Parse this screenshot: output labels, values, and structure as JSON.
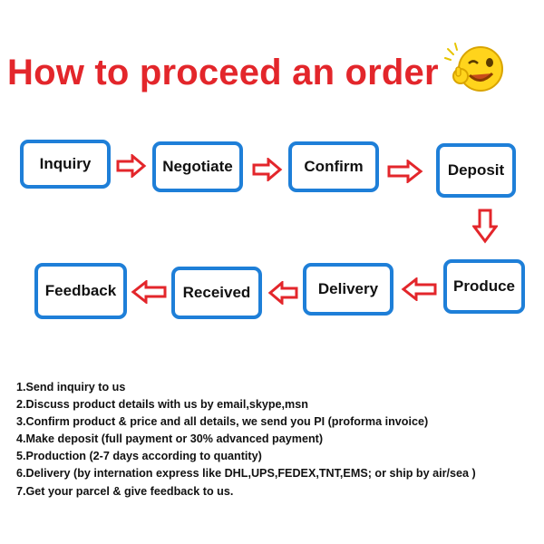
{
  "title": "How to proceed an order",
  "icon": "winking-smiley-icon",
  "colors": {
    "title": "#e3262b",
    "box_border": "#1e7fd8",
    "arrow_stroke": "#e3262b"
  },
  "flow": {
    "steps": [
      "Inquiry",
      "Negotiate",
      "Confirm",
      "Deposit",
      "Produce",
      "Delivery",
      "Received",
      "Feedback"
    ]
  },
  "instructions": [
    "1.Send inquiry to us",
    "2.Discuss product details with us by email,skype,msn",
    "3.Confirm product & price and all details, we send you PI (proforma invoice)",
    "4.Make deposit (full payment or 30% advanced payment)",
    "5.Production (2-7 days according to quantity)",
    "6.Delivery (by internation express like DHL,UPS,FEDEX,TNT,EMS; or ship by air/sea )",
    "7.Get your parcel & give feedback to us."
  ]
}
